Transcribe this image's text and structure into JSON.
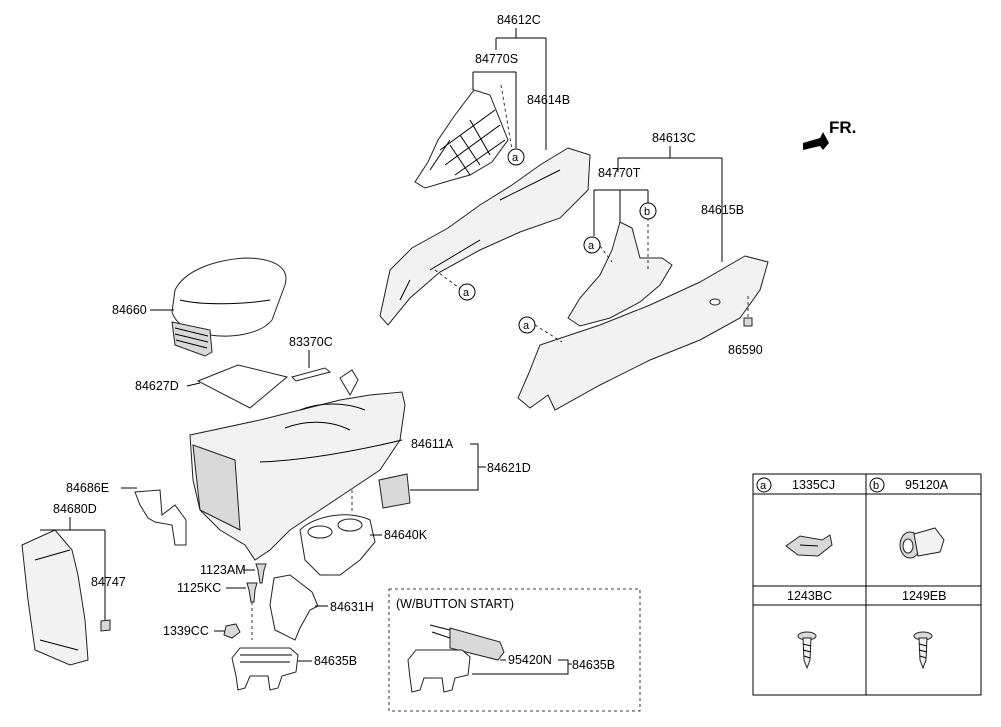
{
  "diagram": {
    "direction_label": "FR.",
    "labels": {
      "p84612C": "84612C",
      "p84770S": "84770S",
      "p84614B": "84614B",
      "p84613C": "84613C",
      "p84770T": "84770T",
      "p84615B": "84615B",
      "p86590": "86590",
      "p84660": "84660",
      "p83370C": "83370C",
      "p84627D": "84627D",
      "p84611A": "84611A",
      "p84621D": "84621D",
      "p84686E": "84686E",
      "p84680D": "84680D",
      "p84747": "84747",
      "p84640K": "84640K",
      "p1123AM": "1123AM",
      "p1125KC": "1125KC",
      "p84631H": "84631H",
      "p1339CC": "1339CC",
      "p84635B": "84635B",
      "p95420N": "95420N",
      "p84635B_alt": "84635B"
    },
    "callout_a": "a",
    "callout_b": "b",
    "button_start_title": "(W/BUTTON START)"
  },
  "legend_table": {
    "cells": [
      {
        "marker": "a",
        "part": "1335CJ"
      },
      {
        "marker": "b",
        "part": "95120A"
      },
      {
        "marker": "",
        "part": "1243BC"
      },
      {
        "marker": "",
        "part": "1249EB"
      }
    ]
  }
}
